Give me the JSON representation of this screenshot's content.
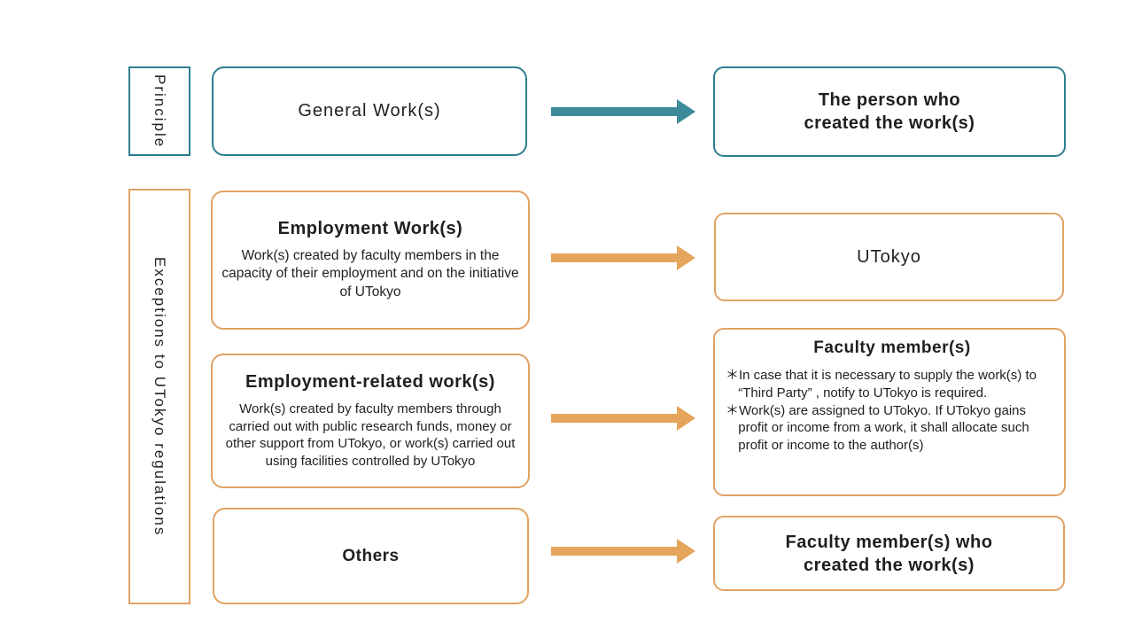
{
  "colors": {
    "teal": "#2E7E90",
    "teal_arrow": "#3D8B9A",
    "orange": "#E0A264",
    "orange_arrow": "#E5A55C"
  },
  "side_labels": {
    "principle": "Principle",
    "exceptions": "Exceptions to UTokyo regulations"
  },
  "rows": {
    "general": {
      "source_title": "General Work(s)",
      "target_title": "The person who\ncreated the work(s)"
    },
    "employment": {
      "source_title": "Employment Work(s)",
      "source_desc": "Work(s) created by faculty members in the capacity of their employment and on the initiative of UTokyo",
      "target_title": "UTokyo"
    },
    "employment_related": {
      "source_title": "Employment-related work(s)",
      "source_desc": "Work(s) created by faculty members through carried out with public research funds, money or other support from UTokyo, or work(s) carried out using facilities controlled by UTokyo",
      "target_title": "Faculty member(s)",
      "target_notes": [
        "＊In case that it is necessary to supply the work(s) to “Third Party” , notify to UTokyo is required.",
        "＊Work(s) are assigned to UTokyo. If UTokyo gains profit or income from a work, it shall allocate such profit or income to the author(s)"
      ]
    },
    "others": {
      "source_title": "Others",
      "target_title": "Faculty member(s) who\ncreated the work(s)"
    }
  }
}
